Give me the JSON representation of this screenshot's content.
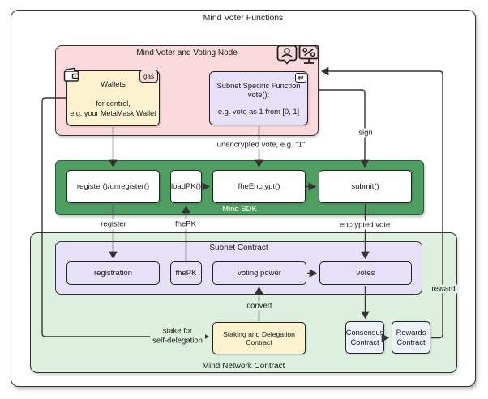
{
  "diagram_title": "Mind Voter Functions",
  "voter_node": {
    "title": "Mind Voter and Voting Node",
    "wallets": {
      "name": "Wallets",
      "desc_line1": "for control,",
      "desc_line2": "e.g. your MetaMask Wallet",
      "badge": "gas"
    },
    "vote_function": {
      "line1": "Subnet Specific Function",
      "line2": "vote():",
      "example": "e.g. vote as 1 from [0, 1]",
      "corner_icon_glyph": "⇄"
    }
  },
  "sdk": {
    "title": "Mind SDK",
    "functions": [
      "register()/unregister()",
      "loadPK()",
      "fheEncrypt()",
      "submit()"
    ]
  },
  "network": {
    "title": "Mind Network Contract",
    "subnet": {
      "title": "Subnet Contract",
      "items": [
        "registration",
        "fhePK",
        "voting power",
        "votes"
      ]
    },
    "staking": "Staking and Delegation Contract",
    "consensus": "Consensus Contract",
    "rewards": "Rewards Contract"
  },
  "edges": {
    "unencrypted_vote": "unencrypted vote, e.g. \"1\"",
    "sign": "sign",
    "register": "register",
    "fhe_pk": "fhePK",
    "encrypted_vote": "encrypted vote",
    "convert": "convert",
    "stake_line1": "stake for",
    "stake_line2": "self-delegation",
    "reward": "reward"
  },
  "icons": {
    "wallet": "wallet-icon",
    "person_chat": "person-chat-icon",
    "percent_monitor": "percent-monitor-icon",
    "swap": "swap-icon"
  },
  "colors": {
    "pink": "#fbdade",
    "yellow": "#fcf2d0",
    "lavender": "#e6e0f9",
    "green_dark": "#4f9e62",
    "green_light": "#ddefdf",
    "blue_light": "#edf1fa",
    "border": "#333333"
  }
}
